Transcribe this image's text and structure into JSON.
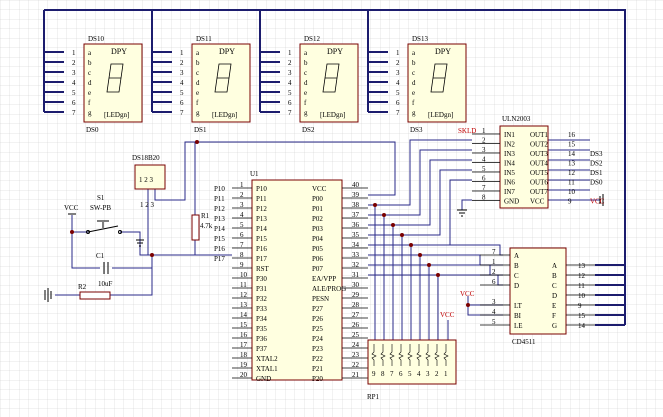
{
  "displays": [
    {
      "ref": "DS10",
      "label": "DS0",
      "type": "DPY",
      "part": "[LEDgn]"
    },
    {
      "ref": "DS11",
      "label": "DS1",
      "type": "DPY",
      "part": "[LEDgn]"
    },
    {
      "ref": "DS12",
      "label": "DS2",
      "type": "DPY",
      "part": "[LEDgn]"
    },
    {
      "ref": "DS13",
      "label": "DS3",
      "type": "DPY",
      "part": "[LEDgn]"
    }
  ],
  "display_pins": [
    "1",
    "2",
    "3",
    "4",
    "5",
    "6",
    "7"
  ],
  "segment_letters": [
    "a",
    "b",
    "c",
    "d",
    "e",
    "f",
    "g"
  ],
  "sensor": {
    "name": "DS18B20",
    "pins": "1 2 3"
  },
  "switch": {
    "ref": "S1",
    "type": "SW-PB",
    "vcc": "VCC"
  },
  "cap": {
    "ref": "C1",
    "value": "10uF"
  },
  "r1": {
    "ref": "R1",
    "value": "4.7k"
  },
  "r2": {
    "ref": "R2"
  },
  "mcu": {
    "ref": "U1",
    "left": [
      {
        "sig": "P10",
        "pin": "1",
        "net": "P10"
      },
      {
        "sig": "P11",
        "pin": "2",
        "net": "P11"
      },
      {
        "sig": "P12",
        "pin": "3",
        "net": "P12"
      },
      {
        "sig": "P13",
        "pin": "4",
        "net": "P13"
      },
      {
        "sig": "P14",
        "pin": "5",
        "net": "P14"
      },
      {
        "sig": "P15",
        "pin": "6",
        "net": "P15"
      },
      {
        "sig": "P16",
        "pin": "7",
        "net": "P16"
      },
      {
        "sig": "P17",
        "pin": "8",
        "net": "P17"
      },
      {
        "sig": "RST",
        "pin": "9",
        "net": ""
      },
      {
        "sig": "P30",
        "pin": "10",
        "net": ""
      },
      {
        "sig": "P31",
        "pin": "11",
        "net": ""
      },
      {
        "sig": "P32",
        "pin": "12",
        "net": ""
      },
      {
        "sig": "P33",
        "pin": "13",
        "net": ""
      },
      {
        "sig": "P34",
        "pin": "14",
        "net": ""
      },
      {
        "sig": "P35",
        "pin": "15",
        "net": ""
      },
      {
        "sig": "P36",
        "pin": "16",
        "net": ""
      },
      {
        "sig": "P37",
        "pin": "17",
        "net": ""
      },
      {
        "sig": "XTAL2",
        "pin": "18",
        "net": ""
      },
      {
        "sig": "XTAL1",
        "pin": "19",
        "net": ""
      },
      {
        "sig": "GND",
        "pin": "20",
        "net": ""
      }
    ],
    "right": [
      {
        "sig": "VCC",
        "pin": "40"
      },
      {
        "sig": "P00",
        "pin": "39"
      },
      {
        "sig": "P01",
        "pin": "38"
      },
      {
        "sig": "P02",
        "pin": "37"
      },
      {
        "sig": "P03",
        "pin": "36"
      },
      {
        "sig": "P04",
        "pin": "35"
      },
      {
        "sig": "P05",
        "pin": "34"
      },
      {
        "sig": "P06",
        "pin": "33"
      },
      {
        "sig": "P07",
        "pin": "32"
      },
      {
        "sig": "EA/VPP",
        "pin": "31"
      },
      {
        "sig": "ALE/PROG",
        "pin": "30"
      },
      {
        "sig": "PESN",
        "pin": "29"
      },
      {
        "sig": "P27",
        "pin": "28"
      },
      {
        "sig": "P26",
        "pin": "27"
      },
      {
        "sig": "P25",
        "pin": "26"
      },
      {
        "sig": "P24",
        "pin": "25"
      },
      {
        "sig": "P23",
        "pin": "24"
      },
      {
        "sig": "P22",
        "pin": "23"
      },
      {
        "sig": "P21",
        "pin": "22"
      },
      {
        "sig": "P20",
        "pin": "21"
      }
    ]
  },
  "uln": {
    "ref": "ULN2003",
    "net": "SKLD",
    "left": [
      {
        "sig": "IN1",
        "pin": "1"
      },
      {
        "sig": "IN2",
        "pin": "2"
      },
      {
        "sig": "IN3",
        "pin": "3"
      },
      {
        "sig": "IN4",
        "pin": "4"
      },
      {
        "sig": "IN5",
        "pin": "5"
      },
      {
        "sig": "IN6",
        "pin": "6"
      },
      {
        "sig": "IN7",
        "pin": "7"
      },
      {
        "sig": "GND",
        "pin": "8"
      }
    ],
    "right": [
      {
        "sig": "OUT1",
        "pin": "16",
        "net": ""
      },
      {
        "sig": "OUT2",
        "pin": "15",
        "net": ""
      },
      {
        "sig": "OUT3",
        "pin": "14",
        "net": "DS3"
      },
      {
        "sig": "OUT4",
        "pin": "13",
        "net": "DS2"
      },
      {
        "sig": "OUT5",
        "pin": "12",
        "net": "DS1"
      },
      {
        "sig": "OUT6",
        "pin": "11",
        "net": "DS0"
      },
      {
        "sig": "OUT7",
        "pin": "10",
        "net": ""
      },
      {
        "sig": "VCC",
        "pin": "9",
        "net": "VCC"
      }
    ]
  },
  "cd": {
    "ref": "CD4511",
    "vcc": "VCC",
    "left": [
      {
        "sig": "A",
        "pin": "7"
      },
      {
        "sig": "B",
        "pin": "1"
      },
      {
        "sig": "C",
        "pin": "2"
      },
      {
        "sig": "D",
        "pin": "6"
      },
      {
        "sig": "LT",
        "pin": "3"
      },
      {
        "sig": "BI",
        "pin": "4"
      },
      {
        "sig": "LE",
        "pin": "5"
      }
    ],
    "right": [
      {
        "sig": "A",
        "pin": "13"
      },
      {
        "sig": "B",
        "pin": "12"
      },
      {
        "sig": "C",
        "pin": "11"
      },
      {
        "sig": "D",
        "pin": "10"
      },
      {
        "sig": "E",
        "pin": "9"
      },
      {
        "sig": "F",
        "pin": "15"
      },
      {
        "sig": "G",
        "pin": "14"
      }
    ]
  },
  "rp": {
    "ref": "RP1",
    "vcc": "VCC",
    "pins": [
      "9",
      "8",
      "7",
      "6",
      "5",
      "4",
      "3",
      "2",
      "1"
    ]
  }
}
